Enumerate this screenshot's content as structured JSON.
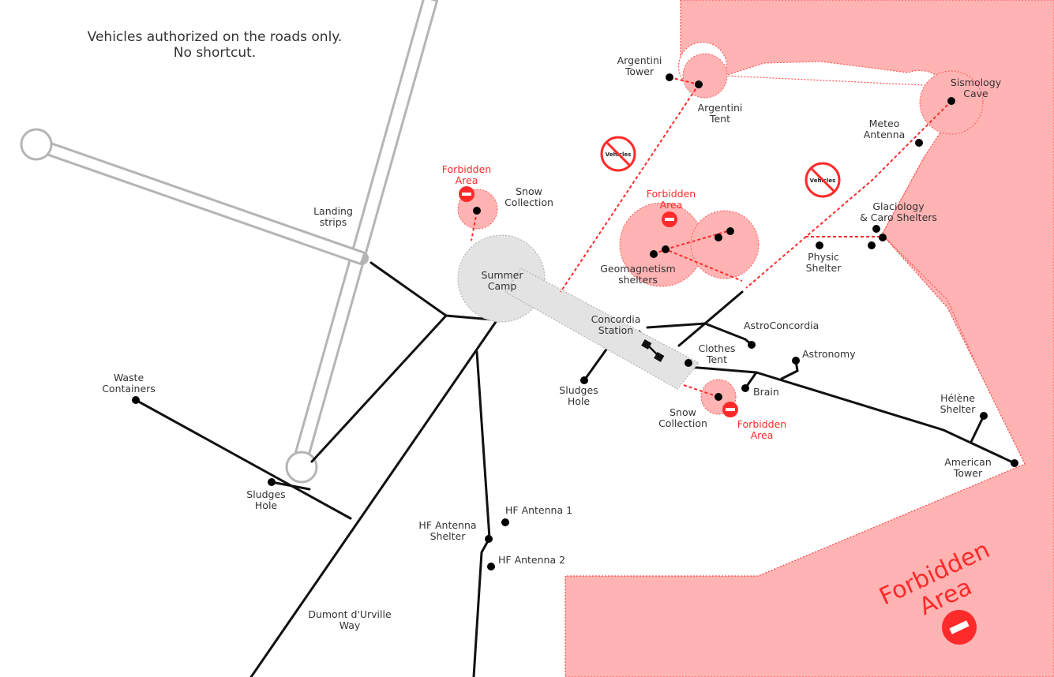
{
  "notice": {
    "line1": "Vehicles authorized on the roads only.",
    "line2": "No shortcut."
  },
  "labels": {
    "landing_strips": [
      "Landing",
      "strips"
    ],
    "summer_camp": [
      "Summer",
      "Camp"
    ],
    "concordia_station": [
      "Concordia",
      "Station"
    ],
    "snow_collection_1": [
      "Snow",
      "Collection"
    ],
    "snow_collection_2": [
      "Snow",
      "Collection"
    ],
    "argentini_tower": [
      "Argentini",
      "Tower"
    ],
    "argentini_tent": [
      "Argentini",
      "Tent"
    ],
    "sismology_cave": [
      "Sismology",
      "Cave"
    ],
    "meteo_antenna": [
      "Meteo",
      "Antenna"
    ],
    "glaciology": [
      "Glaciology",
      "& Caro Shelters"
    ],
    "physic_shelter": [
      "Physic",
      "Shelter"
    ],
    "geomagnetism": [
      "Geomagnetism",
      "shelters"
    ],
    "astroconcordia": "AstroConcordia",
    "clothes_tent": [
      "Clothes",
      "Tent"
    ],
    "astronomy": "Astronomy",
    "brain": "Brain",
    "sludges_hole_1": [
      "Sludges",
      "Hole"
    ],
    "sludges_hole_2": [
      "Sludges",
      "Hole"
    ],
    "helene_shelter": [
      "Hélène",
      "Shelter"
    ],
    "american_tower": [
      "American",
      "Tower"
    ],
    "waste_containers": [
      "Waste",
      "Containers"
    ],
    "hf_antenna_1": "HF Antenna 1",
    "hf_antenna_2": "HF Antenna 2",
    "hf_antenna_shelter": [
      "HF Antenna",
      "Shelter"
    ],
    "dumont_durville": [
      "Dumont d'Urville",
      "Way"
    ]
  },
  "forbidden_labels": {
    "snow_area": [
      "Forbidden",
      "Area"
    ],
    "geomag_area": [
      "Forbidden",
      "Area"
    ],
    "station_area": [
      "Forbidden",
      "Area"
    ],
    "big_area": [
      "Forbidden",
      "Area"
    ]
  },
  "no_vehicle_sign_text": "Vehicles",
  "colors": {
    "forbidden_fill": "#ffb3b3",
    "forbidden_red": "#ff2a2a",
    "road": "#111111",
    "strip_outline": "#b5b5b5",
    "camp_fill": "#e3e3e3"
  }
}
